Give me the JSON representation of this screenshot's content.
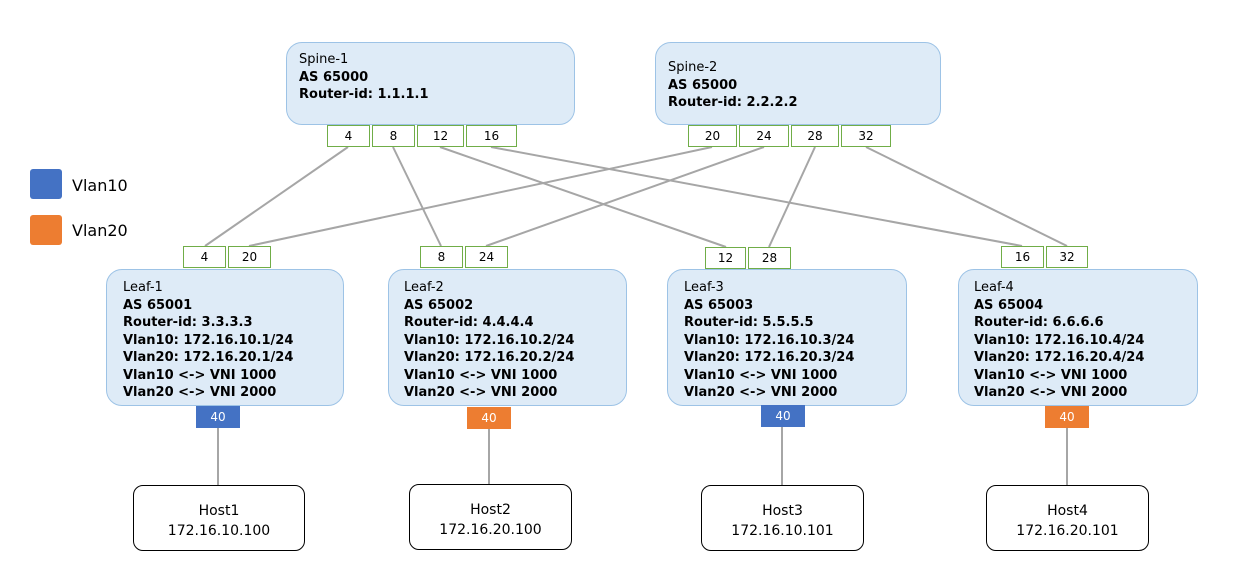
{
  "colors": {
    "vlan10": "#4472c4",
    "vlan20": "#ed7d31",
    "node_fill": "#deebf7",
    "node_border": "#9dc3e6",
    "port_border": "#70ad47",
    "link": "#a6a6a6"
  },
  "legend": [
    {
      "label": "Vlan10",
      "color": "#4472c4"
    },
    {
      "label": "Vlan20",
      "color": "#ed7d31"
    }
  ],
  "spines": [
    {
      "name": "Spine-1",
      "as": "AS 65000",
      "router_id": "Router-id: 1.1.1.1",
      "ports": [
        "4",
        "8",
        "12",
        "16"
      ]
    },
    {
      "name": "Spine-2",
      "as": "AS 65000",
      "router_id": "Router-id: 2.2.2.2",
      "ports": [
        "20",
        "24",
        "28",
        "32"
      ]
    }
  ],
  "leaves": [
    {
      "name": "Leaf-1",
      "as": "AS 65001",
      "router_id": "Router-id: 3.3.3.3",
      "vlan10_ip": "Vlan10: 172.16.10.1/24",
      "vlan20_ip": "Vlan20: 172.16.20.1/24",
      "vni10": "Vlan10 <-> VNI 1000",
      "vni20": "Vlan20 <-> VNI 2000",
      "uplinks": [
        "4",
        "20"
      ],
      "host_port": "40",
      "host_vlan": "vlan10"
    },
    {
      "name": "Leaf-2",
      "as": "AS 65002",
      "router_id": "Router-id: 4.4.4.4",
      "vlan10_ip": "Vlan10: 172.16.10.2/24",
      "vlan20_ip": "Vlan20: 172.16.20.2/24",
      "vni10": "Vlan10 <-> VNI 1000",
      "vni20": "Vlan20 <-> VNI 2000",
      "uplinks": [
        "8",
        "24"
      ],
      "host_port": "40",
      "host_vlan": "vlan20"
    },
    {
      "name": "Leaf-3",
      "as": "AS 65003",
      "router_id": "Router-id: 5.5.5.5",
      "vlan10_ip": "Vlan10: 172.16.10.3/24",
      "vlan20_ip": "Vlan20: 172.16.20.3/24",
      "vni10": "Vlan10 <-> VNI 1000",
      "vni20": "Vlan20 <-> VNI 2000",
      "uplinks": [
        "12",
        "28"
      ],
      "host_port": "40",
      "host_vlan": "vlan10"
    },
    {
      "name": "Leaf-4",
      "as": "AS 65004",
      "router_id": "Router-id: 6.6.6.6",
      "vlan10_ip": "Vlan10: 172.16.10.4/24",
      "vlan20_ip": "Vlan20: 172.16.20.4/24",
      "vni10": "Vlan10 <-> VNI 1000",
      "vni20": "Vlan20 <-> VNI 2000",
      "uplinks": [
        "16",
        "32"
      ],
      "host_port": "40",
      "host_vlan": "vlan20"
    }
  ],
  "hosts": [
    {
      "name": "Host1",
      "ip": "172.16.10.100"
    },
    {
      "name": "Host2",
      "ip": "172.16.20.100"
    },
    {
      "name": "Host3",
      "ip": "172.16.10.101"
    },
    {
      "name": "Host4",
      "ip": "172.16.20.101"
    }
  ]
}
